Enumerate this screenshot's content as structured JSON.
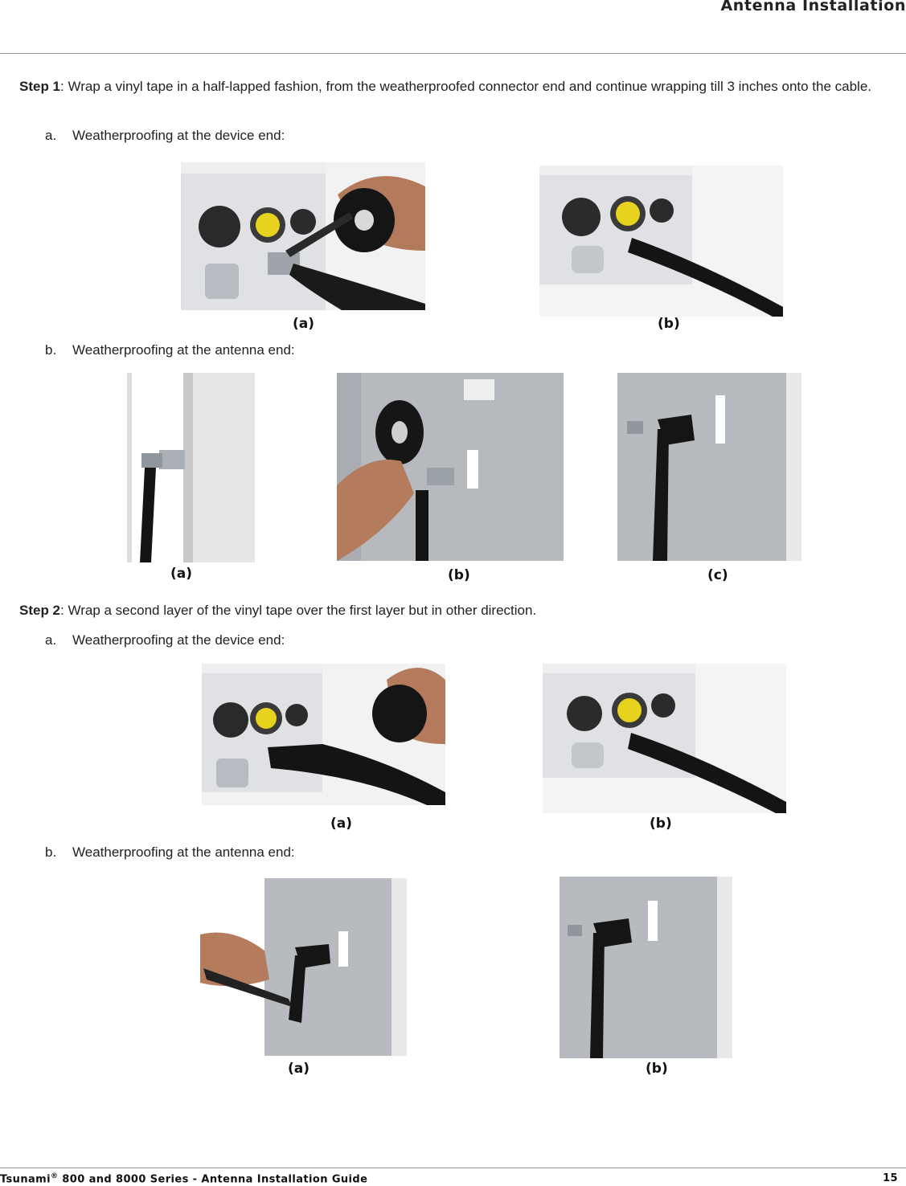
{
  "header": {
    "title": "Antenna Installation"
  },
  "step1": {
    "label": "Step 1",
    "text": ": Wrap a vinyl tape in a half-lapped fashion, from the weatherproofed connector end and continue wrapping till 3 inches onto the cable.",
    "a": {
      "marker": "a.",
      "text": "Weatherproofing at the device end:",
      "captions": [
        "(a)",
        "(b)"
      ]
    },
    "b": {
      "marker": "b.",
      "text": "Weatherproofing at the antenna end:",
      "captions": [
        "(a)",
        "(b)",
        "(c)"
      ]
    }
  },
  "step2": {
    "label": "Step 2",
    "text": ": Wrap a second layer of the vinyl tape over the first layer but in other direction.",
    "a": {
      "marker": "a.",
      "text": "Weatherproofing at the device end:",
      "captions": [
        "(a)",
        "(b)"
      ]
    },
    "b": {
      "marker": "b.",
      "text": "Weatherproofing at the antenna end:",
      "captions": [
        "(a)",
        "(b)"
      ]
    }
  },
  "footer": {
    "brand": "Tsunami",
    "reg": "®",
    "title": " 800 and 8000 Series - Antenna Installation Guide",
    "page": "15"
  }
}
